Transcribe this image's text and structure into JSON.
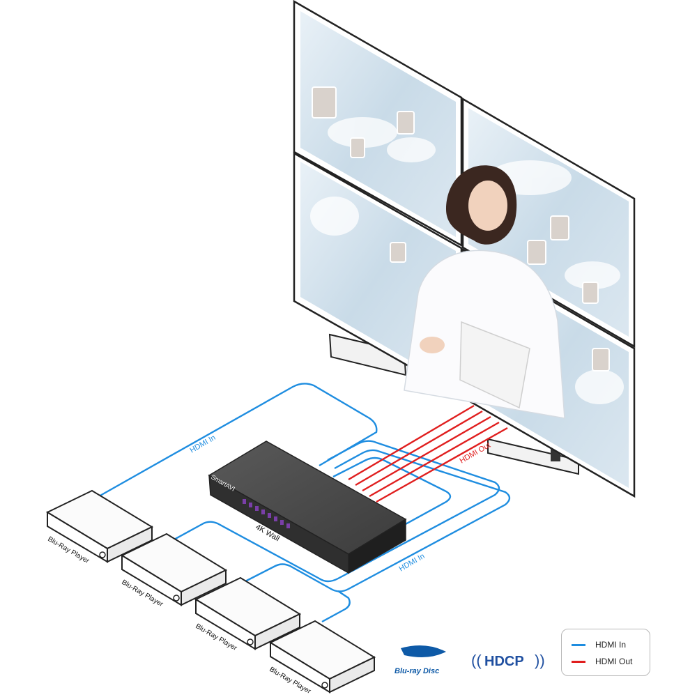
{
  "diagram": {
    "device_brand": "SmartAVI",
    "device_model": "4K Wall",
    "cable_label_in": "HDMI In",
    "cable_label_out": "HDMI Out",
    "player_label": "Blu-Ray Player",
    "players": [
      {
        "label": "Blu-Ray Player"
      },
      {
        "label": "Blu-Ray Player"
      },
      {
        "label": "Blu-Ray Player"
      },
      {
        "label": "Blu-Ray Player"
      }
    ],
    "display_panels": 4
  },
  "logos": {
    "bluray": "Blu-ray Disc",
    "hdcp": "HDCP"
  },
  "legend": {
    "items": [
      {
        "label": "HDMI In",
        "color": "#1e8de0"
      },
      {
        "label": "HDMI Out",
        "color": "#e01e1e"
      }
    ]
  },
  "colors": {
    "hdmi_in": "#1e8de0",
    "hdmi_out": "#e01e1e",
    "device_body": "#4a4a4a",
    "led": "#7a3fa8"
  }
}
